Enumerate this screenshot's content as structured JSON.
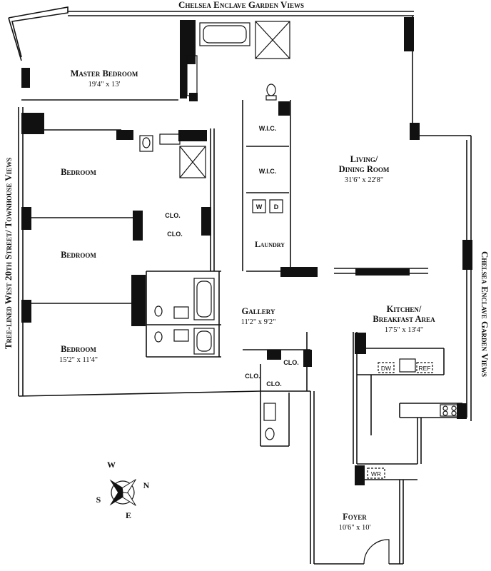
{
  "views": {
    "top": "Chelsea Enclave Garden Views",
    "right": "Chelsea Enclave Garden Views",
    "left": "Tree-lined West 20th Street/ Townhouse Views"
  },
  "rooms": [
    {
      "id": "master-bedroom",
      "name": "Master Bedroom",
      "dim": "19'4\" x 13'"
    },
    {
      "id": "bedroom-1",
      "name": "Bedroom",
      "dim": ""
    },
    {
      "id": "bedroom-2",
      "name": "Bedroom",
      "dim": ""
    },
    {
      "id": "bedroom-3",
      "name": "Bedroom",
      "dim": "15'2\" x 11'4\""
    },
    {
      "id": "living",
      "name": "Living/",
      "name2": "Dining Room",
      "dim": "31'6\" x 22'8\""
    },
    {
      "id": "kitchen",
      "name": "Kitchen/",
      "name2": "Breakfast Area",
      "dim": "17'5\" x 13'4\""
    },
    {
      "id": "gallery",
      "name": "Gallery",
      "dim": "11'2\" x 9'2\""
    },
    {
      "id": "foyer",
      "name": "Foyer",
      "dim": "10'6\" x 10'"
    },
    {
      "id": "laundry",
      "name": "Laundry",
      "dim": ""
    }
  ],
  "small": {
    "wic1": "W.I.C.",
    "wic2": "W.I.C.",
    "clo1": "CLO.",
    "clo2": "CLO.",
    "clo3": "CLO.",
    "clo4": "CLO.",
    "clo5": "CLO.",
    "w": "W",
    "d": "D",
    "dw": "DW",
    "ref": "REF",
    "wr": "WR"
  },
  "compass": {
    "n": "N",
    "s": "S",
    "e": "E",
    "w": "W"
  }
}
